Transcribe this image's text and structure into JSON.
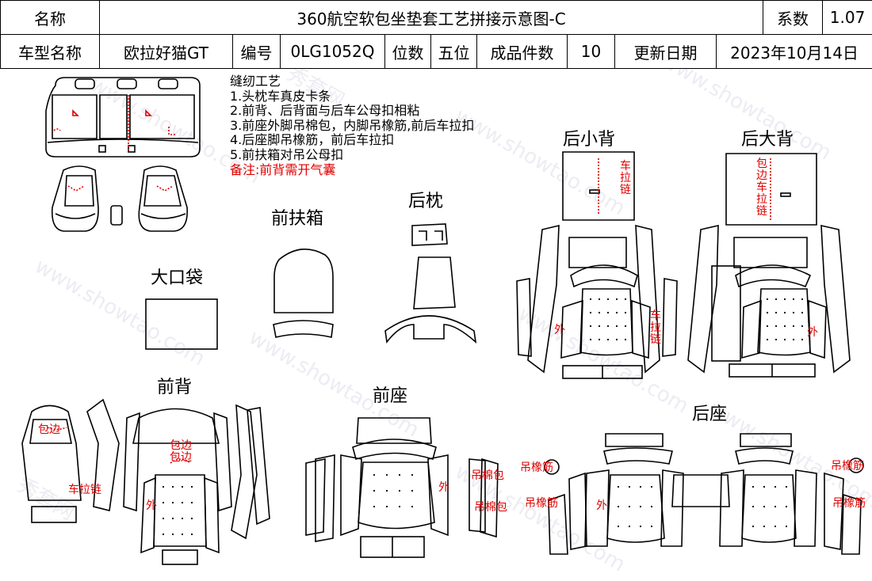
{
  "header": {
    "row1": {
      "name_label": "名称",
      "title": "360航空软包坐垫套工艺拼接示意图-C",
      "coef_label": "系数",
      "coef_value": "1.07"
    },
    "row2": {
      "model_label": "车型名称",
      "model_value": "欧拉好猫GT",
      "code_label": "编号",
      "code_value": "0LG1052Q",
      "seats_label": "位数",
      "seats_value": "五位",
      "pieces_label": "成品件数",
      "pieces_value": "10",
      "date_label": "更新日期",
      "date_value": "2023年10月14日"
    }
  },
  "notes": {
    "heading": "缝纫工艺",
    "items": [
      "1.头枕车真皮卡条",
      "2.前背、后背面与后车公母扣相粘",
      "3.前座外脚吊棉包，内脚吊橡筋,前后车拉扣",
      "4.后座脚吊橡筋，前后车拉扣",
      "5.前扶箱对吊公母扣"
    ],
    "remark": "备注:前背需开气囊"
  },
  "sections": {
    "front_armrest": "前扶箱",
    "rear_headrest": "后枕",
    "rear_small_back": "后小背",
    "rear_big_back": "后大背",
    "big_pocket": "大口袋",
    "front_back": "前背",
    "front_seat": "前座",
    "rear_seat": "后座"
  },
  "annotations": {
    "car_zipper_v": "车拉链",
    "outer": "外",
    "edge_zipper_v": "包边车拉链",
    "wrap_edge": "包边",
    "car_zipper": "车拉链",
    "cotton_bag": "吊棉包",
    "elastic": "吊橡筋"
  },
  "watermark": {
    "brand_cn": "秀套网",
    "brand_url": "www.showtao.com"
  }
}
